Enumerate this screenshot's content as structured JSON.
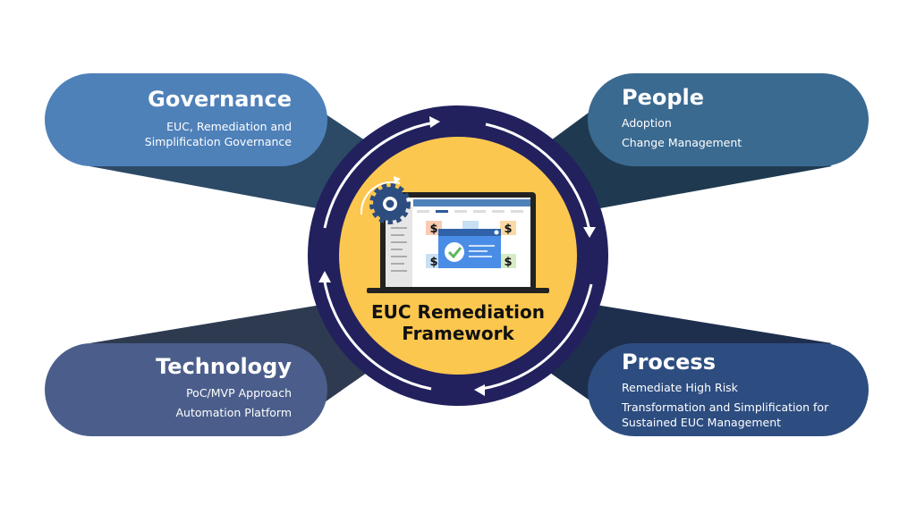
{
  "center": {
    "line1": "EUC Remediation",
    "line2": "Framework"
  },
  "pillars": {
    "governance": {
      "title": "Governance",
      "lines": [
        "EUC, Remediation and",
        "Simplification Governance"
      ]
    },
    "people": {
      "title": "People",
      "lines": [
        "Adoption",
        "Change Management"
      ]
    },
    "technology": {
      "title": "Technology",
      "lines": [
        "PoC/MVP Approach",
        "Automation Platform"
      ]
    },
    "process": {
      "title": "Process",
      "lines": [
        "Remediate High Risk",
        "Transformation and Simplification for",
        "Sustained EUC Management"
      ]
    }
  },
  "icons": {
    "laptop": "laptop-dashboard-icon",
    "gear": "gear-icon",
    "check": "check-icon",
    "dollar": "$"
  },
  "colors": {
    "ring": "#22215e",
    "yellow": "#fcc74f",
    "governance": "#4f81b9",
    "people": "#3b6a91",
    "technology": "#4b5e8b",
    "process": "#2d4d80"
  }
}
